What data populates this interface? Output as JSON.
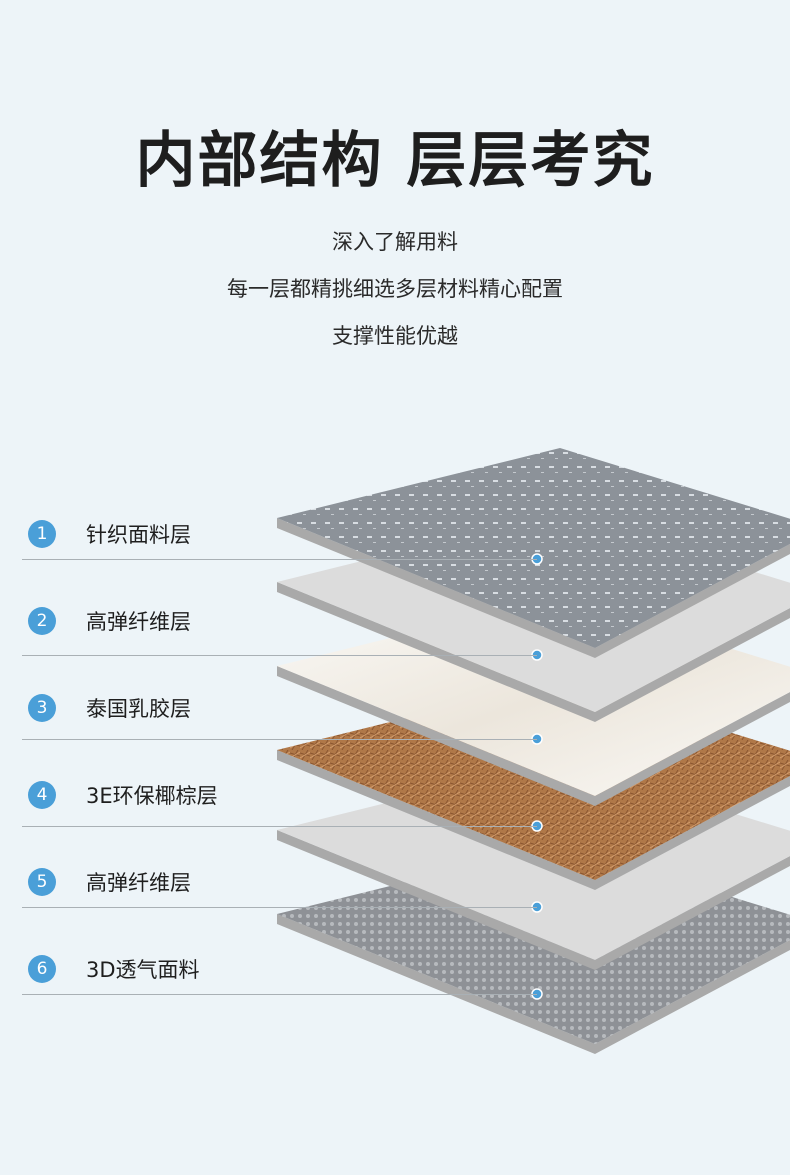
{
  "header": {
    "title": "内部结构 层层考究",
    "lines": [
      "深入了解用料",
      "每一层都精挑细选多层材料精心配置",
      "支撑性能优越"
    ]
  },
  "layers": [
    {
      "number": "1",
      "label": "针织面料层",
      "color": "#8c9299"
    },
    {
      "number": "2",
      "label": "高弹纤维层",
      "color": "#dcdcdc"
    },
    {
      "number": "3",
      "label": "泰国乳胶层",
      "color": "#f4f1ec"
    },
    {
      "number": "4",
      "label": "3E环保椰棕层",
      "color": "#b07848"
    },
    {
      "number": "5",
      "label": "高弹纤维层",
      "color": "#dcdcdc"
    },
    {
      "number": "6",
      "label": "3D透气面料",
      "color": "#8e9196"
    }
  ],
  "colors": {
    "accent": "#4a9fd8",
    "background": "#edf4f8",
    "edge": "#a9a9a9"
  }
}
